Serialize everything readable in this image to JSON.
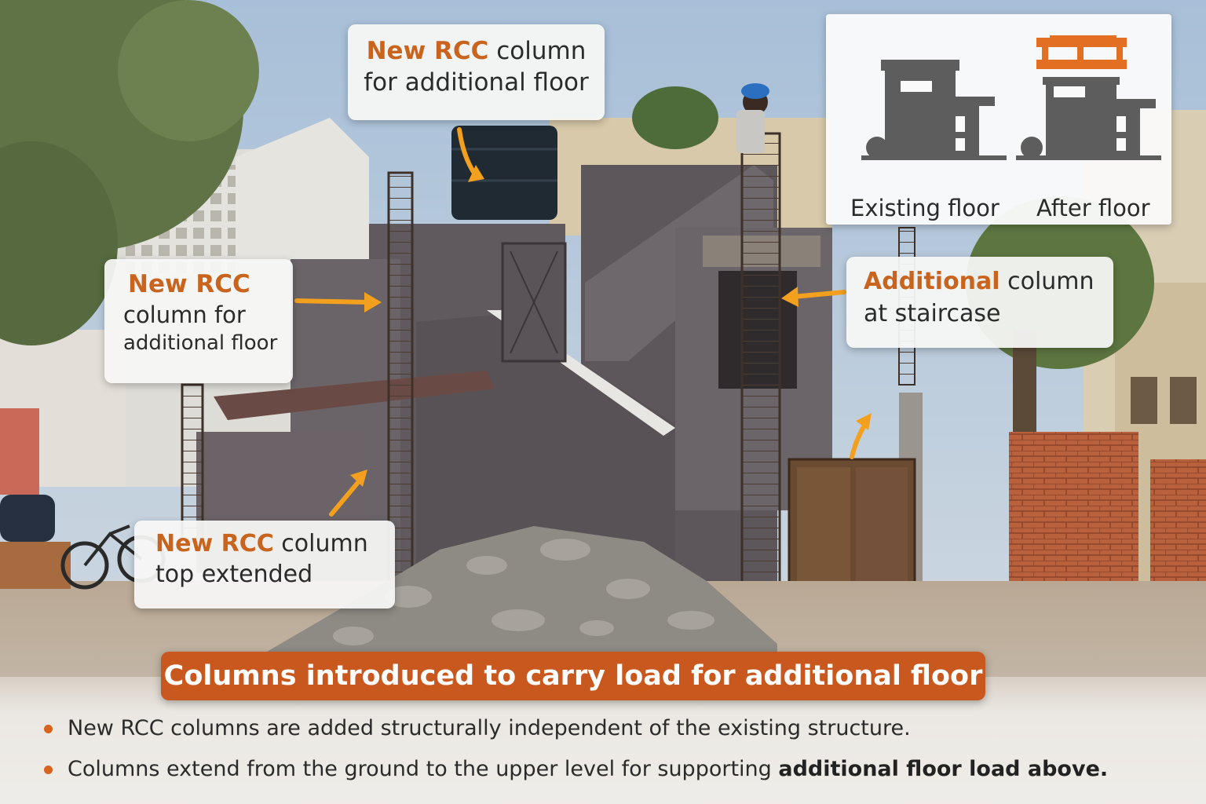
{
  "callouts": {
    "top": {
      "highlight": "New RCC",
      "line1_rest": " column",
      "line2": "for additional floor"
    },
    "left": {
      "highlight": "New RCC",
      "line2": "column for",
      "line3": "additional floor"
    },
    "bottom_left": {
      "highlight": "New RCC",
      "line1_rest": " column",
      "line2": "top extended"
    },
    "staircase": {
      "highlight": "Additional",
      "line1_rest": " column",
      "line2": "at staircase"
    }
  },
  "inset": {
    "existing_label": "Existing floor",
    "after_label": "After floor"
  },
  "banner": {
    "title": "Columns introduced to carry load for additional floor"
  },
  "bullets": [
    {
      "text": "New RCC columns are added structurally independent of the existing structure.",
      "bold": ""
    },
    {
      "text": "Columns extend from the ground to the upper level for supporting ",
      "bold": "additional floor load above."
    }
  ],
  "colors": {
    "accent": "#c9581f",
    "highlight_text": "#c9641e",
    "arrow": "#f2a01e",
    "building": "#5f5a5e"
  }
}
